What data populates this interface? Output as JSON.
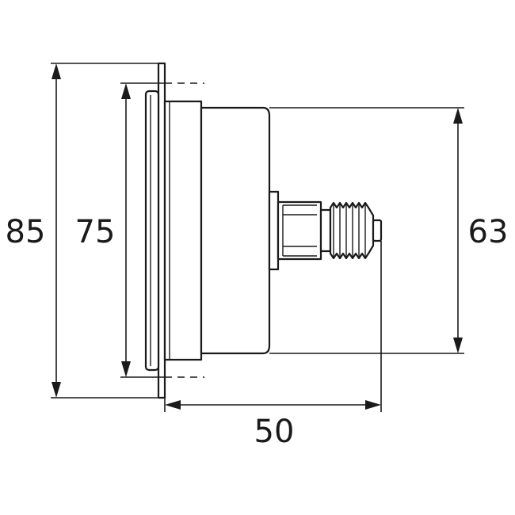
{
  "dimensions": {
    "flange_diameter": "85",
    "case_diameter": "75",
    "rear_diameter": "63",
    "depth": "50"
  },
  "colors": {
    "line": "#1a1a1a",
    "background": "#ffffff"
  }
}
